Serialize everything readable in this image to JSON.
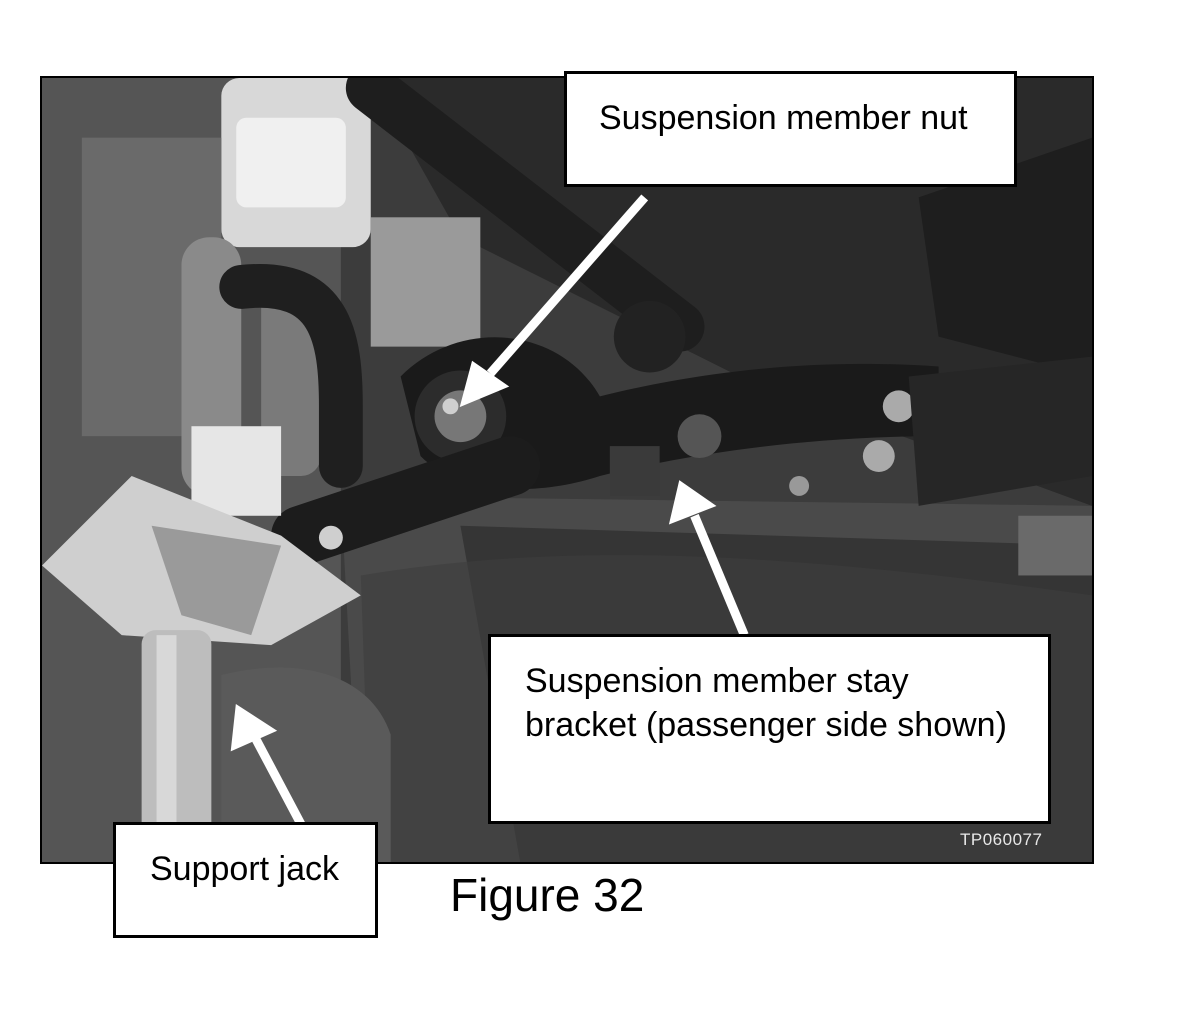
{
  "figure": {
    "caption": "Figure 32",
    "photo_code": "TP060077"
  },
  "callouts": {
    "nut": "Suspension member nut",
    "bracket_line1": "Suspension member stay",
    "bracket_line2": "bracket (passenger side shown)",
    "jack": "Support jack"
  },
  "colors": {
    "photo_dark": "#2b2b2b",
    "photo_mid": "#6e6e6e",
    "photo_light": "#cfcfcf",
    "arrow": "#ffffff",
    "box_border": "#000000"
  }
}
